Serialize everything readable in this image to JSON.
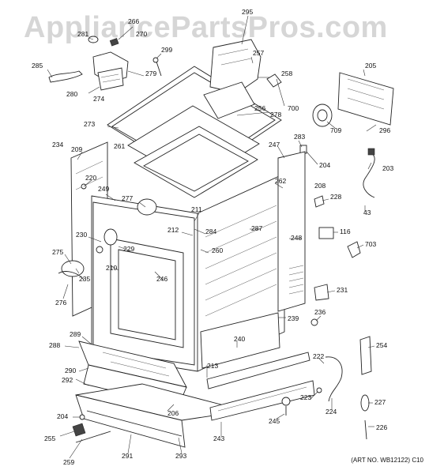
{
  "watermark": "AppliancePartsPros.com",
  "art_number": "(ART NO. WB12122) C10",
  "callouts": [
    {
      "id": "295",
      "label": "295"
    },
    {
      "id": "266",
      "label": "266"
    },
    {
      "id": "281",
      "label": "281"
    },
    {
      "id": "270",
      "label": "270"
    },
    {
      "id": "299",
      "label": "299"
    },
    {
      "id": "257",
      "label": "257"
    },
    {
      "id": "205",
      "label": "205"
    },
    {
      "id": "285",
      "label": "285"
    },
    {
      "id": "279",
      "label": "279"
    },
    {
      "id": "258",
      "label": "258"
    },
    {
      "id": "280",
      "label": "280"
    },
    {
      "id": "274",
      "label": "274"
    },
    {
      "id": "700",
      "label": "700"
    },
    {
      "id": "256",
      "label": "256"
    },
    {
      "id": "278",
      "label": "278"
    },
    {
      "id": "709",
      "label": "709"
    },
    {
      "id": "296",
      "label": "296"
    },
    {
      "id": "273",
      "label": "273"
    },
    {
      "id": "283",
      "label": "283"
    },
    {
      "id": "247",
      "label": "247"
    },
    {
      "id": "234",
      "label": "234"
    },
    {
      "id": "209",
      "label": "209"
    },
    {
      "id": "261",
      "label": "261"
    },
    {
      "id": "204a",
      "label": "204"
    },
    {
      "id": "203",
      "label": "203"
    },
    {
      "id": "220",
      "label": "220"
    },
    {
      "id": "262",
      "label": "262"
    },
    {
      "id": "208",
      "label": "208"
    },
    {
      "id": "249",
      "label": "249"
    },
    {
      "id": "228",
      "label": "228"
    },
    {
      "id": "277",
      "label": "277"
    },
    {
      "id": "211",
      "label": "211"
    },
    {
      "id": "43",
      "label": "43"
    },
    {
      "id": "284",
      "label": "284"
    },
    {
      "id": "212",
      "label": "212"
    },
    {
      "id": "287",
      "label": "287"
    },
    {
      "id": "116",
      "label": "116"
    },
    {
      "id": "230",
      "label": "230"
    },
    {
      "id": "248",
      "label": "248"
    },
    {
      "id": "703",
      "label": "703"
    },
    {
      "id": "275",
      "label": "275"
    },
    {
      "id": "229",
      "label": "229"
    },
    {
      "id": "260",
      "label": "260"
    },
    {
      "id": "210",
      "label": "210"
    },
    {
      "id": "235",
      "label": "235"
    },
    {
      "id": "246",
      "label": "246"
    },
    {
      "id": "231",
      "label": "231"
    },
    {
      "id": "276",
      "label": "276"
    },
    {
      "id": "239",
      "label": "239"
    },
    {
      "id": "236",
      "label": "236"
    },
    {
      "id": "289",
      "label": "289"
    },
    {
      "id": "240",
      "label": "240"
    },
    {
      "id": "288",
      "label": "288"
    },
    {
      "id": "254",
      "label": "254"
    },
    {
      "id": "222",
      "label": "222"
    },
    {
      "id": "213",
      "label": "213"
    },
    {
      "id": "290",
      "label": "290"
    },
    {
      "id": "292",
      "label": "292"
    },
    {
      "id": "223",
      "label": "223"
    },
    {
      "id": "227",
      "label": "227"
    },
    {
      "id": "204b",
      "label": "204"
    },
    {
      "id": "206",
      "label": "206"
    },
    {
      "id": "224",
      "label": "224"
    },
    {
      "id": "245",
      "label": "245"
    },
    {
      "id": "226",
      "label": "226"
    },
    {
      "id": "255",
      "label": "255"
    },
    {
      "id": "243",
      "label": "243"
    },
    {
      "id": "259",
      "label": "259"
    },
    {
      "id": "291",
      "label": "291"
    },
    {
      "id": "293",
      "label": "293"
    }
  ]
}
